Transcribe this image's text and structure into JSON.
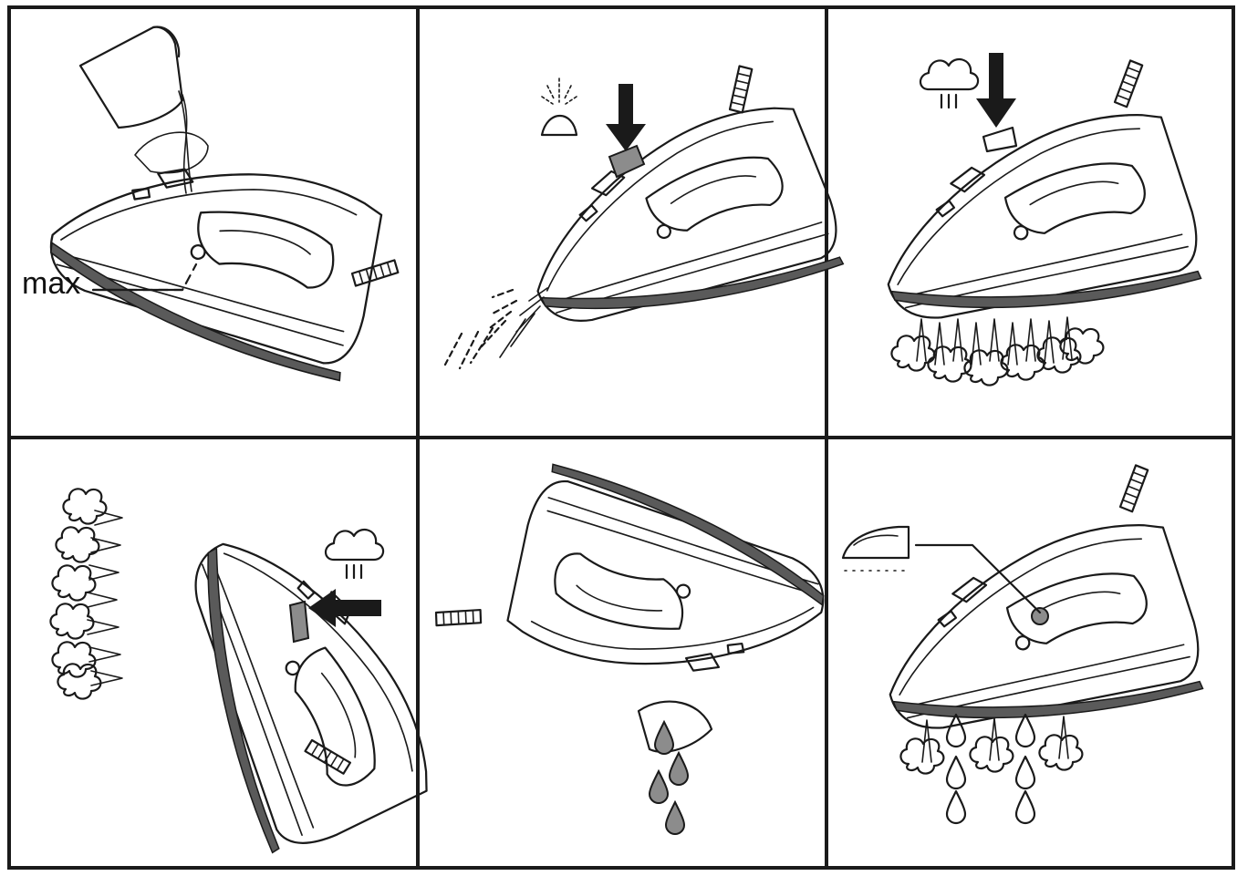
{
  "panels": [
    {
      "id": 1,
      "action": "fill-water",
      "label": "max"
    },
    {
      "id": 2,
      "action": "spray"
    },
    {
      "id": 3,
      "action": "steam-burst"
    },
    {
      "id": 4,
      "action": "vertical-steam"
    },
    {
      "id": 5,
      "action": "empty-water"
    },
    {
      "id": 6,
      "action": "self-clean"
    }
  ],
  "icons": [
    "spray-icon",
    "steam-cloud-icon",
    "iron-steam-icon",
    "arrow-down-icon",
    "arrow-left-icon",
    "water-drop-icon"
  ],
  "colors": {
    "line": "#1a1a1a",
    "accent_grey": "#8c8c8c",
    "soleplate": "#5a5a5a",
    "background": "#ffffff"
  }
}
